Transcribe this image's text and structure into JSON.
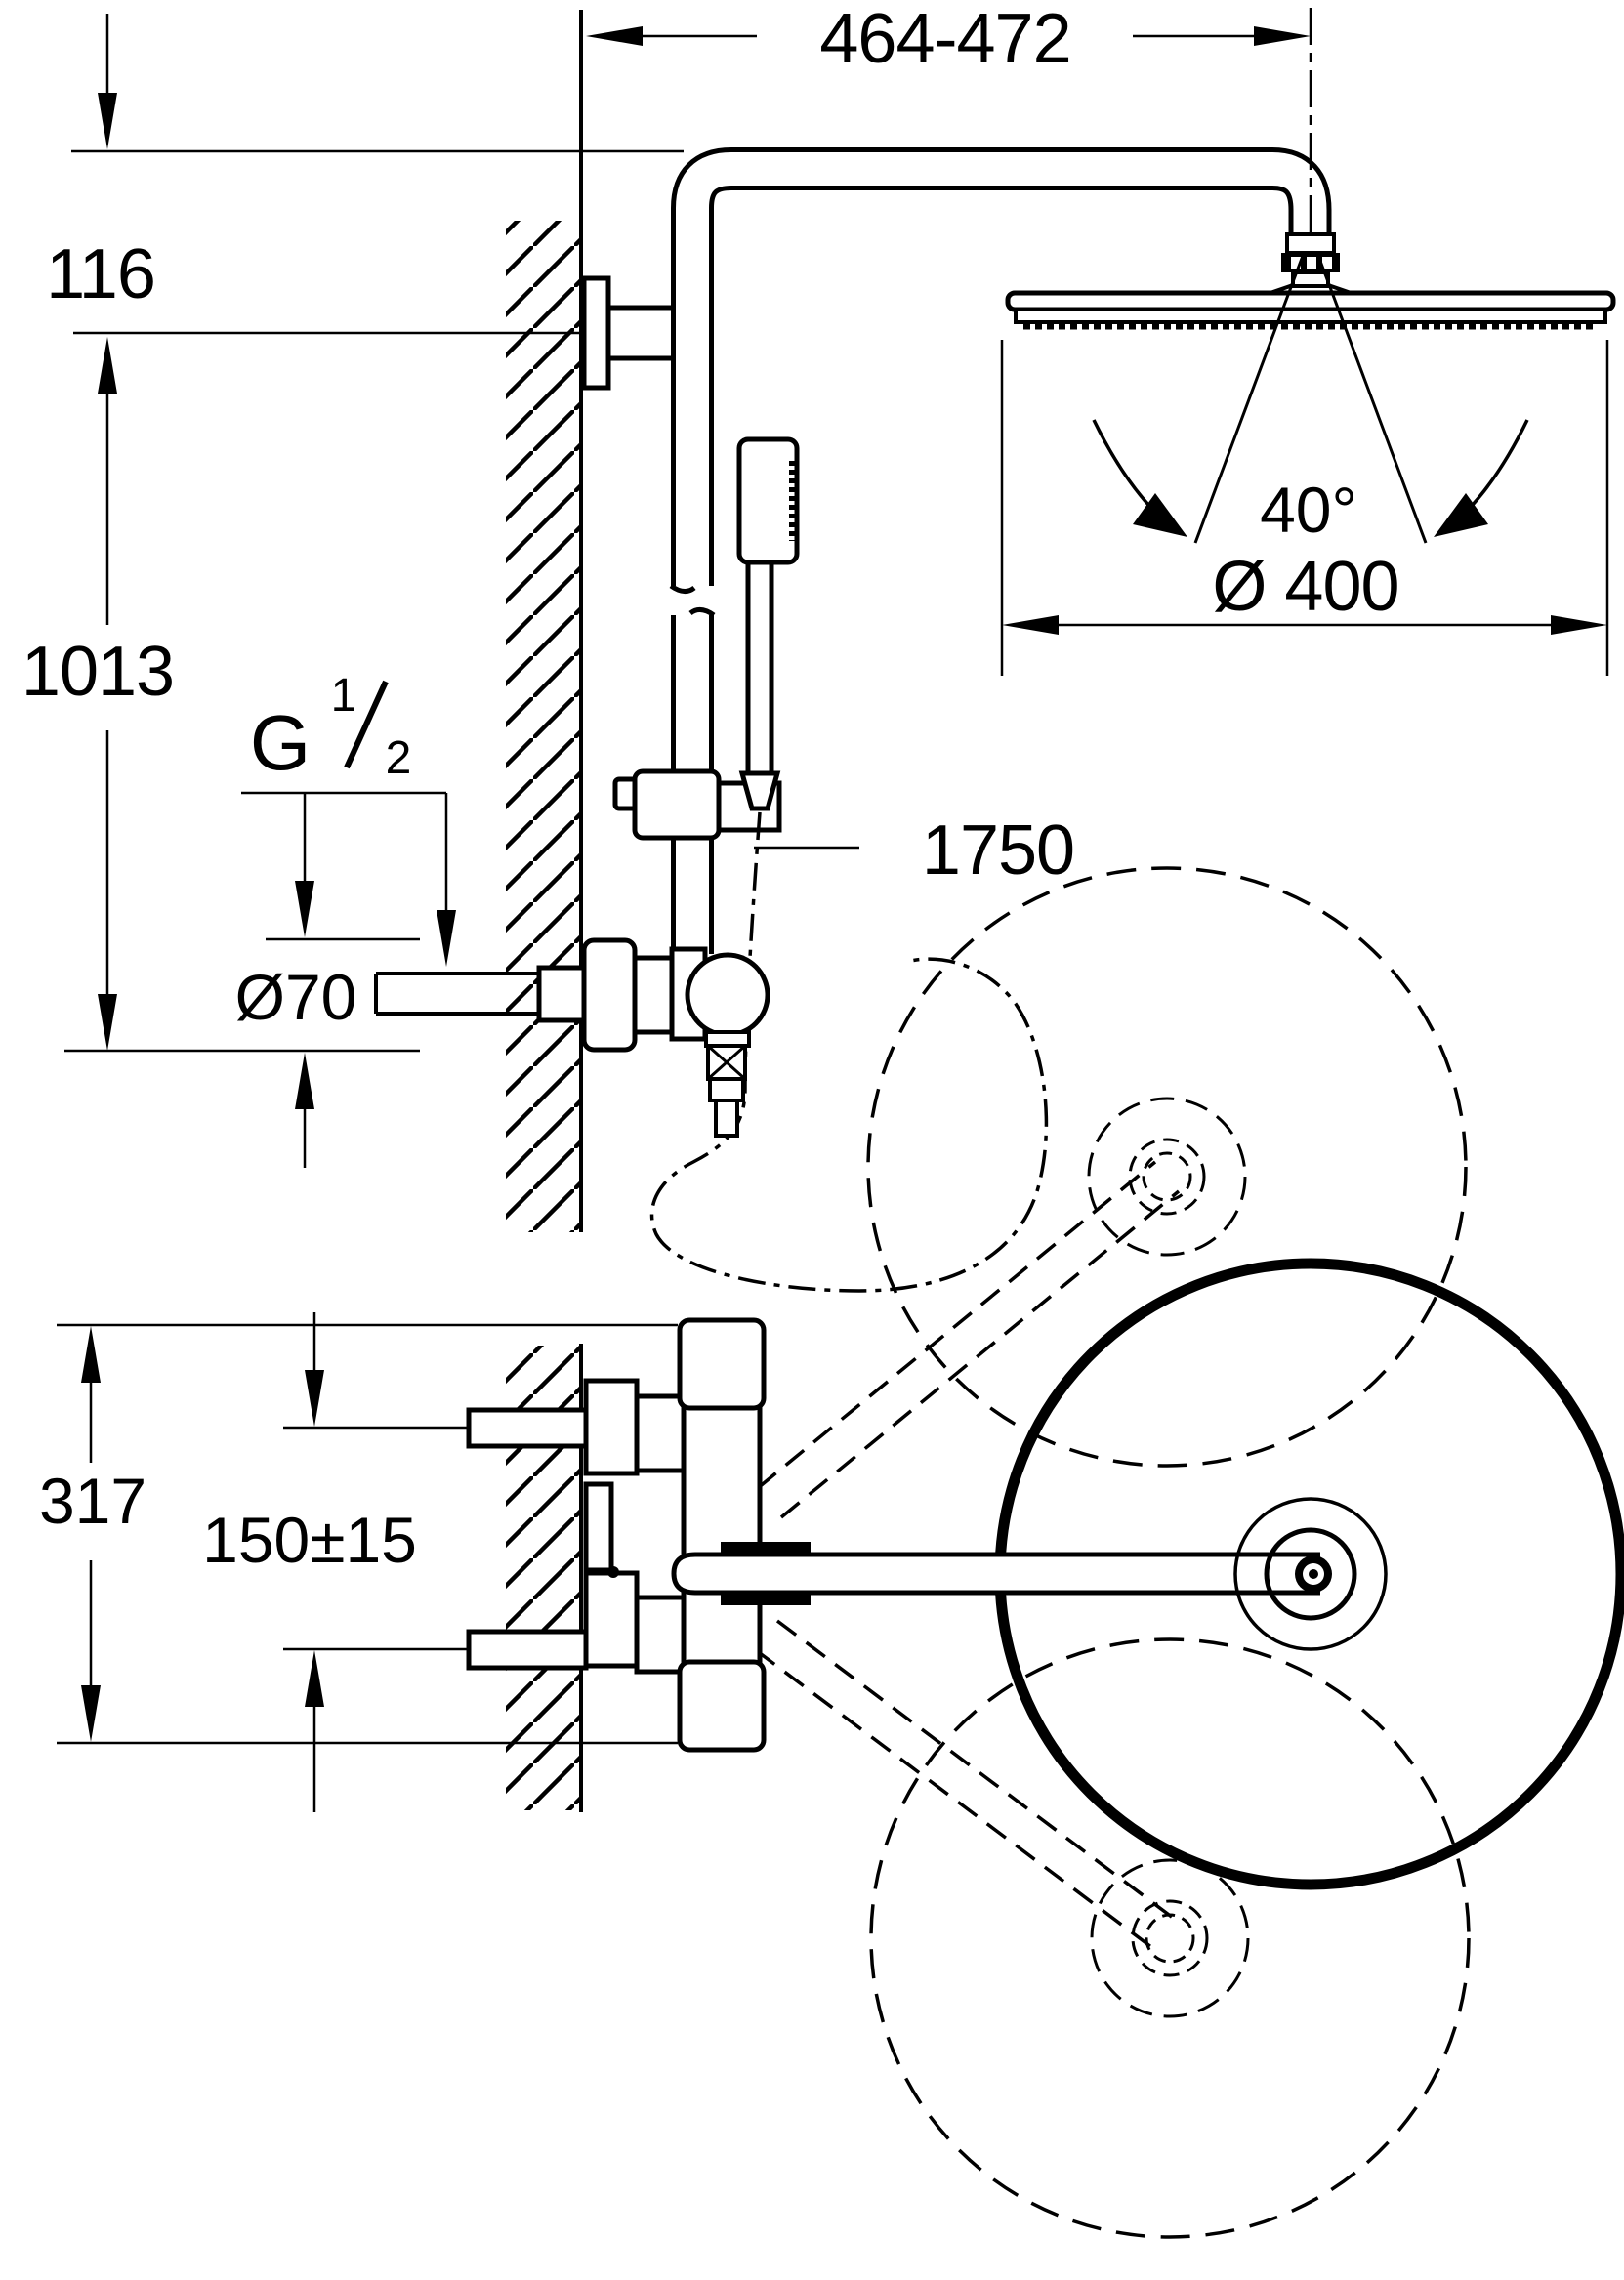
{
  "drawing": {
    "type": "technical-installation-diagram",
    "subject": "shower-system-with-head-shower-hand-shower-and-thermostat",
    "colors": {
      "ink": "#000000",
      "paper": "#ffffff"
    },
    "dimensions": {
      "wall_to_head_center": "464-472",
      "bracket_offset": "116",
      "riser_height": "1013",
      "thread": {
        "prefix": "G",
        "numerator": "1",
        "denominator": "2"
      },
      "flange_diameter": "Ø70",
      "hose_length": "1750",
      "spray_angle": "40°",
      "head_diameter": "Ø 400",
      "thermostat_height": "317",
      "supply_spacing": "150±15"
    }
  }
}
